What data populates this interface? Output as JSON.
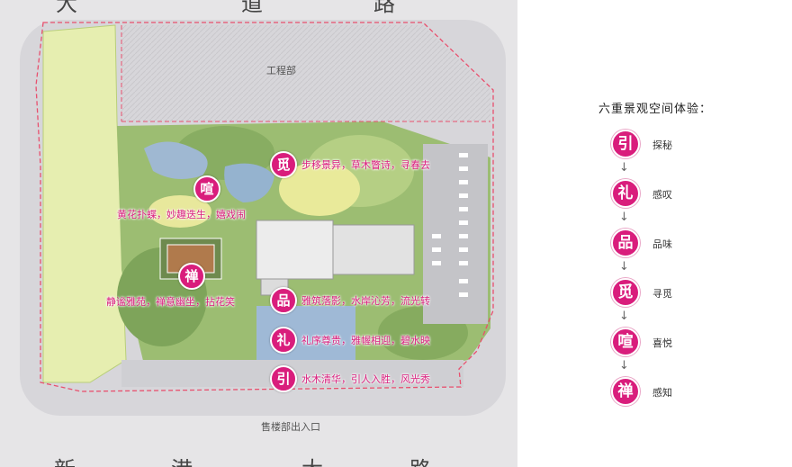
{
  "plan": {
    "top_road": [
      "大",
      "道",
      "路"
    ],
    "bottom_road": [
      "新",
      "港",
      "大",
      "路"
    ],
    "engineering_label": "工程部",
    "entrance_label": "售楼部出入口"
  },
  "zones": [
    {
      "badge": "觅",
      "text": "步移景异，草木瞥诗，寻春去"
    },
    {
      "badge": "喧",
      "text": "黄花扑蝶，妙趣迭生，嬉戏闹"
    },
    {
      "badge": "禅",
      "text": "静谧雅苑，禅意幽坐，拈花笑"
    },
    {
      "badge": "品",
      "text": "雅筑落影，水岸沁芳，流光转"
    },
    {
      "badge": "礼",
      "text": "礼序尊贵，雅幄相迎，碧水映"
    },
    {
      "badge": "引",
      "text": "水木清华，引人入胜，风光秀"
    }
  ],
  "legend": {
    "title": "六重景观空间体验：",
    "arrow": "↓",
    "steps": [
      {
        "badge": "引",
        "label": "探秘"
      },
      {
        "badge": "礼",
        "label": "感叹"
      },
      {
        "badge": "品",
        "label": "品味"
      },
      {
        "badge": "觅",
        "label": "寻觅"
      },
      {
        "badge": "喧",
        "label": "喜悦"
      },
      {
        "badge": "禅",
        "label": "感知"
      }
    ]
  },
  "colors": {
    "accent": "#d91d7c",
    "boundary": "#e8506e",
    "lawn": "#e6eeb0",
    "vegetation": "#8fb56a"
  }
}
